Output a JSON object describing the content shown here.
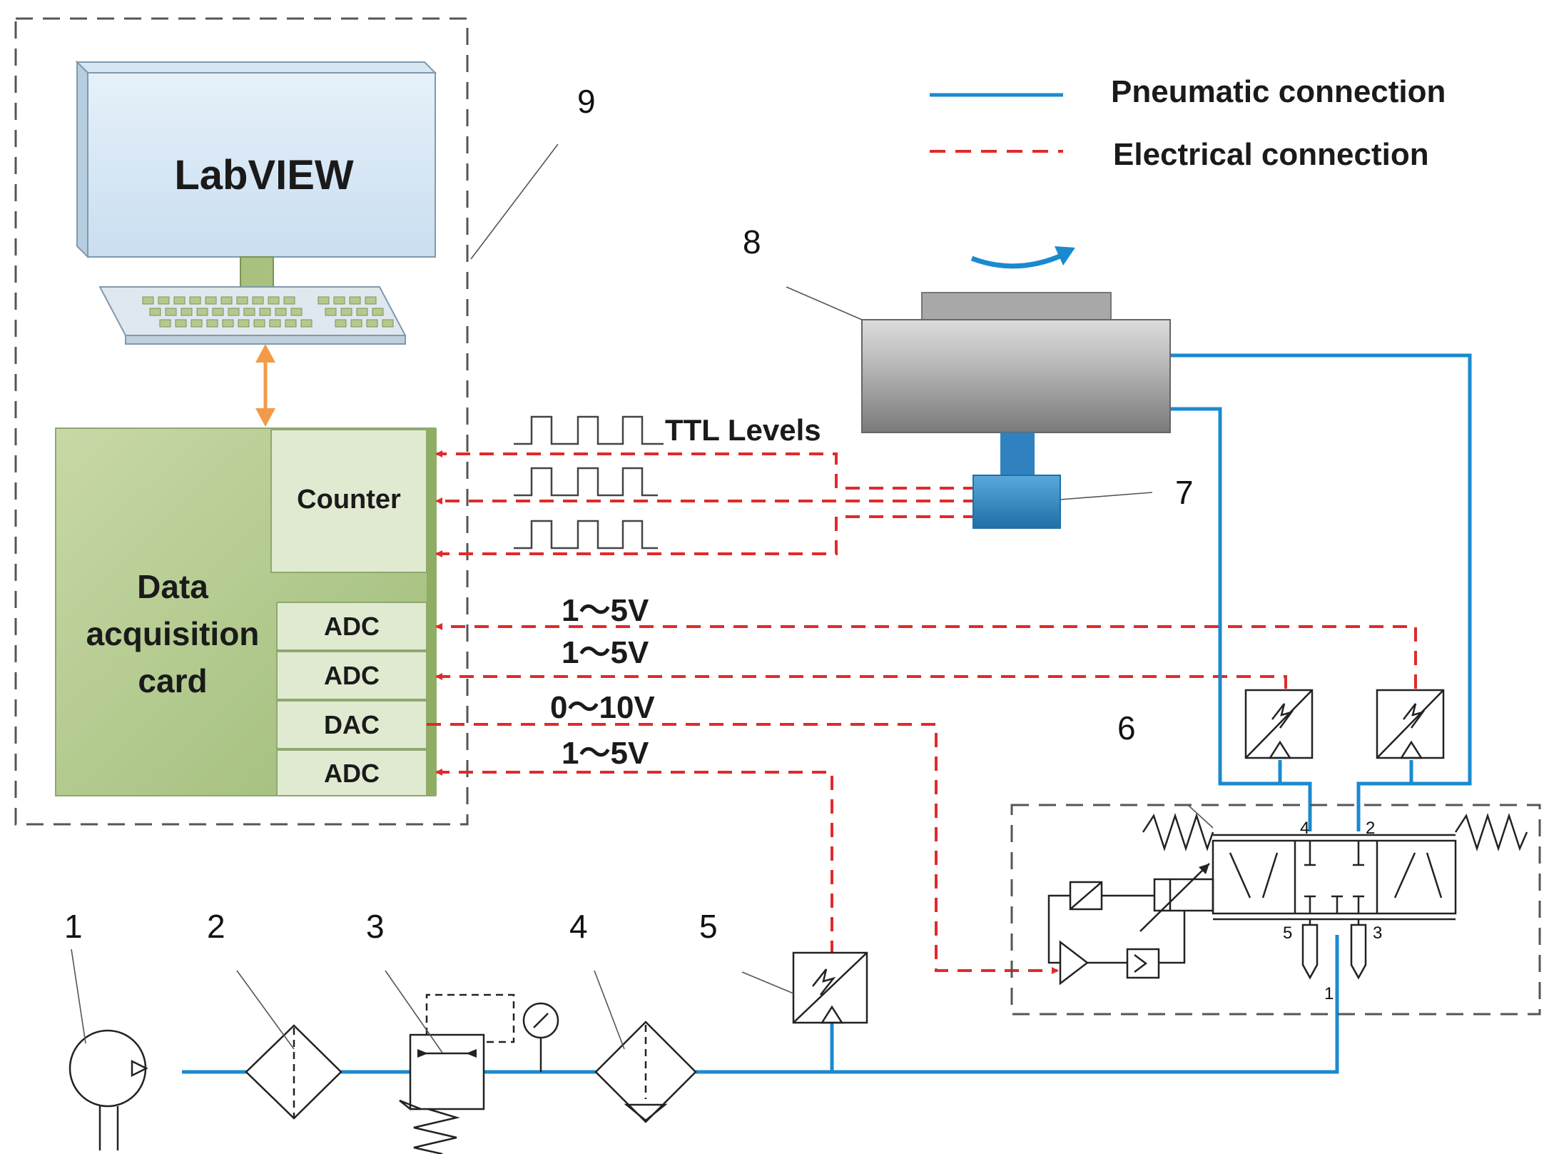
{
  "legend": {
    "pneumatic_label": "Pneumatic connection",
    "electrical_label": "Electrical connection",
    "pneumatic_color": "#1a8ad0",
    "electrical_color": "#e02a2a"
  },
  "computer": {
    "screen_text": "LabVIEW"
  },
  "daq": {
    "card_line1": "Data",
    "card_line2": "acquisition",
    "card_line3": "card",
    "counter_label": "Counter",
    "channels": [
      "ADC",
      "ADC",
      "DAC",
      "ADC"
    ]
  },
  "signals": {
    "ttl_label": "TTL Levels",
    "adc1_range": "1～5V",
    "adc2_range": "1～5V",
    "dac_range": "0～10V",
    "adc3_range": "1～5V"
  },
  "component_numbers": [
    "1",
    "2",
    "3",
    "4",
    "5",
    "6",
    "7",
    "8",
    "9"
  ],
  "valve_ports": {
    "p4": "4",
    "p2": "2",
    "p5": "5",
    "p3": "3",
    "p1": "1"
  }
}
